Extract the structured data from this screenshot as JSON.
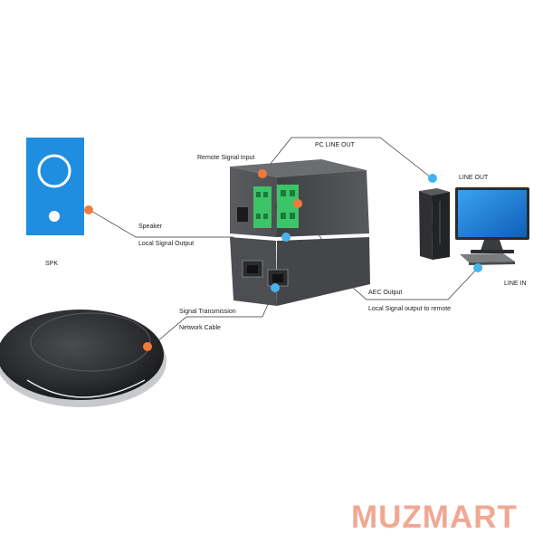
{
  "labels": {
    "spk": "SPK",
    "speaker": "Speaker",
    "local_signal_output": "Local Signal Output",
    "remote_signal_input": "Remote Signal Input",
    "pc_line_out": "PC  LINE OUT",
    "line_out": "LINE OUT",
    "line_in": "LINE IN",
    "aec_output": "AEC  Output",
    "local_signal_output_to_remote": "Local Signal output to remote",
    "signal_transmission": "Signal Transmission",
    "network_cable": "Network Cable"
  },
  "watermark": "MUZMART",
  "colors": {
    "speaker_blue": "#1f8ee0",
    "dot_orange": "#f07a3c",
    "dot_blue": "#45b4ec",
    "terminal_green": "#3cc469",
    "box_gray": "#56575b",
    "watermark": "#f0a893",
    "monitor_screen": "#1a7fd8"
  },
  "icons": [
    "speaker-icon",
    "processor-box-icon",
    "pc-tower-icon",
    "monitor-icon",
    "keyboard-icon",
    "conference-microphone-icon"
  ]
}
